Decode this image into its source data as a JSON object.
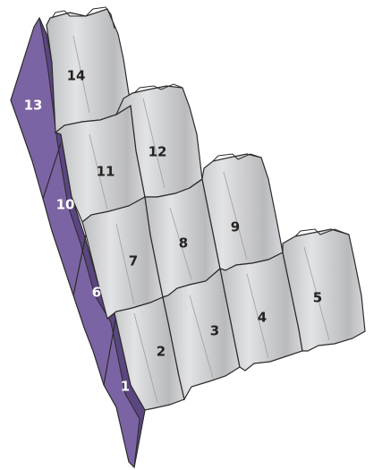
{
  "colors": {
    "verge": "#7b64a3",
    "verge_dark": "#5a4680",
    "tile": "#cfd0d2",
    "tile_light": "#e4e5e6",
    "tile_shadow": "#a9aaad",
    "stroke": "#2b2b2b"
  },
  "tiles": [
    {
      "id": "tile-2",
      "label": "2"
    },
    {
      "id": "tile-3",
      "label": "3"
    },
    {
      "id": "tile-4",
      "label": "4"
    },
    {
      "id": "tile-5",
      "label": "5"
    },
    {
      "id": "tile-7",
      "label": "7"
    },
    {
      "id": "tile-8",
      "label": "8"
    },
    {
      "id": "tile-9",
      "label": "9"
    },
    {
      "id": "tile-11",
      "label": "11"
    },
    {
      "id": "tile-12",
      "label": "12"
    },
    {
      "id": "tile-14",
      "label": "14"
    }
  ],
  "verge_pieces": [
    {
      "id": "verge-1",
      "label": "1"
    },
    {
      "id": "verge-6",
      "label": "6"
    },
    {
      "id": "verge-10",
      "label": "10"
    },
    {
      "id": "verge-13",
      "label": "13"
    }
  ]
}
